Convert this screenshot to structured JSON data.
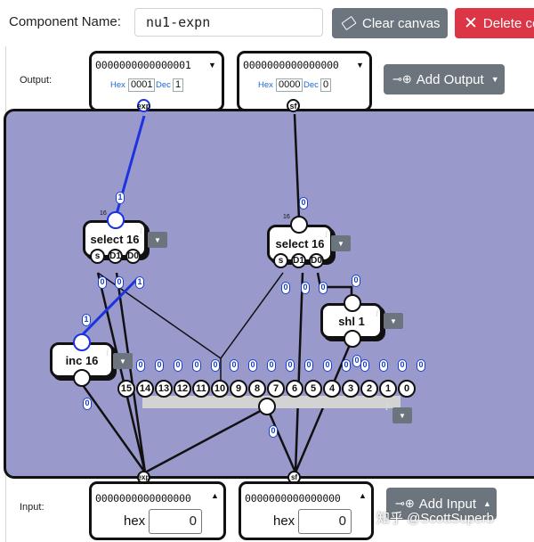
{
  "header": {
    "component_label": "Component Name:",
    "component_name": "nu1-expn",
    "clear_label": "Clear canvas",
    "delete_label": "Delete co"
  },
  "output": {
    "label": "Output:",
    "add_label": "Add Output",
    "pins": [
      {
        "bits": "0000000000000001",
        "hex_label": "Hex",
        "hex": "0001",
        "dec_label": "Dec",
        "dec": "1",
        "name": "exp"
      },
      {
        "bits": "0000000000000000",
        "hex_label": "Hex",
        "hex": "0000",
        "dec_label": "Dec",
        "dec": "0",
        "name": "sf"
      }
    ]
  },
  "input": {
    "label": "Input:",
    "add_label": "Add Input",
    "pins": [
      {
        "bits": "0000000000000000",
        "hex_label": "hex",
        "hex": "0",
        "name": "exp"
      },
      {
        "bits": "0000000000000000",
        "hex_label": "hex",
        "hex": "0",
        "name": "sf"
      }
    ]
  },
  "components": {
    "select_left": {
      "label": "select 16",
      "ports": [
        "s",
        "D1",
        "D0"
      ]
    },
    "select_right": {
      "label": "select 16",
      "ports": [
        "s",
        "D1",
        "D0"
      ]
    },
    "shl": {
      "label": "shl 1"
    },
    "inc": {
      "label": "inc 16"
    },
    "info_glyph": "i"
  },
  "splitter": {
    "bits": [
      "15",
      "14",
      "13",
      "12",
      "11",
      "10",
      "9",
      "8",
      "7",
      "6",
      "5",
      "4",
      "3",
      "2",
      "1",
      "0"
    ],
    "values": [
      "0",
      "0",
      "0",
      "0",
      "0",
      "0",
      "0",
      "0",
      "0",
      "0",
      "0",
      "0",
      "0",
      "0",
      "0",
      "0"
    ],
    "width_label": "16"
  },
  "wire_values": {
    "exp_out": "1",
    "sel_left_s": "0",
    "sel_left_d1": "0",
    "sel_left_d0": "1",
    "inc_out": "1",
    "inc_in": "0",
    "sf_out": "0",
    "sel_right_s": "0",
    "sel_right_d1": "0",
    "sel_right_d0": "0",
    "shl_in": "0",
    "shl_out": "0",
    "split_in": "0"
  },
  "watermark": "知乎 @ScottSuperb",
  "colors": {
    "canvas": "#9999cc",
    "active_wire": "#1b33e0",
    "button": "#6c757d",
    "danger": "#dc3545"
  }
}
